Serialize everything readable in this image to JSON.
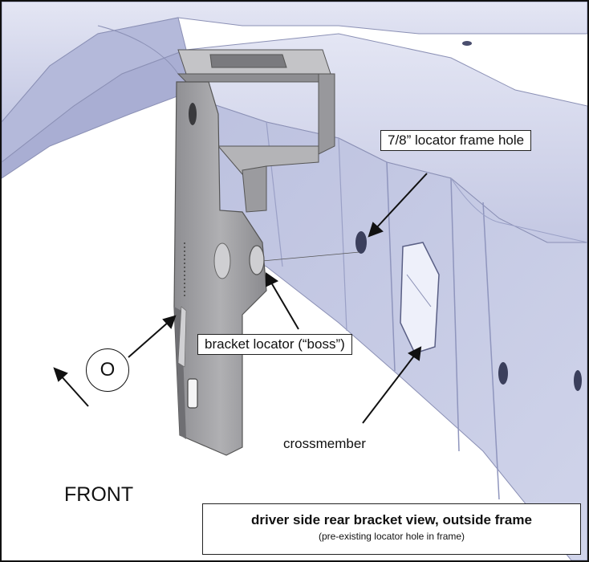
{
  "labels": {
    "frame_hole": "7/8” locator frame hole",
    "bracket_locator": "bracket locator (“boss”)",
    "crossmember": "crossmember",
    "front": "FRONT",
    "circle_mark": "O"
  },
  "caption": {
    "title": "driver side rear bracket view, outside frame",
    "subtitle": "(pre-existing locator hole in frame)"
  },
  "colors": {
    "frame_face": "#c9cde6",
    "frame_top": "#dde0f1",
    "frame_shadow": "#9ea4c9",
    "bracket": "#a3a3a6",
    "bracket_dark": "#6f6f73",
    "bracket_light": "#c4c4c7"
  }
}
